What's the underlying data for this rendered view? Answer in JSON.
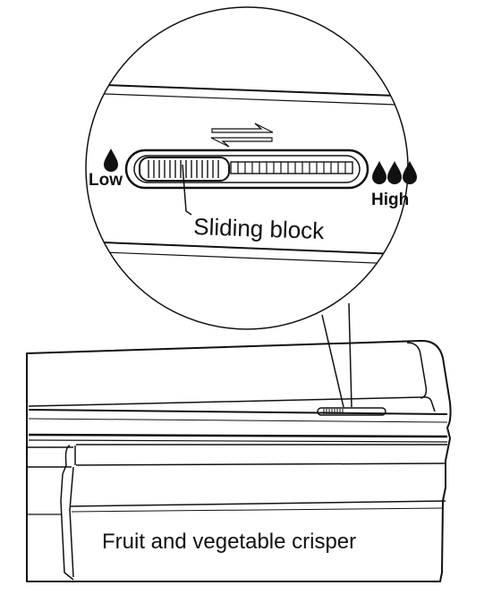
{
  "labels": {
    "low": "Low",
    "high": "High",
    "sliding_block": "Sliding block",
    "crisper": "Fruit and vegetable crisper"
  },
  "icons": {
    "low_drop": "water-drop-icon",
    "high_drops": "water-drop-icon",
    "direction": "double-arrow-icon"
  },
  "colors": {
    "stroke": "#111111",
    "background": "#ffffff"
  }
}
